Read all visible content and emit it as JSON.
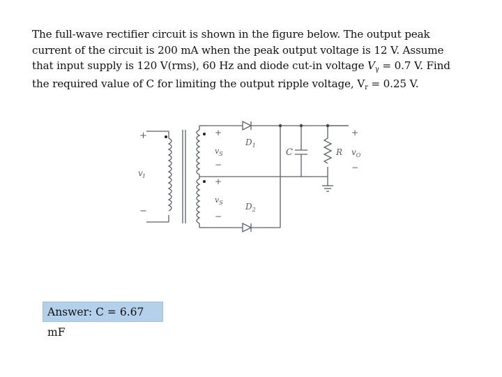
{
  "problem": {
    "line1": "The full-wave rectifier circuit is shown in the figure below. The output peak",
    "line2": "current of the circuit is 200 mA when the peak output voltage is 12 V. Assume",
    "line3_before": "that input supply is 120 V(rms), 60 Hz and diode cut-in voltage ",
    "line3_var": "V",
    "line3_sub": "γ",
    "line3_after": " = 0.7 V.  Find",
    "line4_before": "the required value of C for limiting the output ripple voltage, V",
    "line4_sub": "r",
    "line4_after": " = 0.25 V."
  },
  "circuit": {
    "vi_label": "v",
    "vi_sub": "I",
    "vs1_label": "v",
    "vs1_sub": "S",
    "vs2_label": "v",
    "vs2_sub": "S",
    "d1_label": "D",
    "d1_sub": "1",
    "d2_label": "D",
    "d2_sub": "2",
    "c_label": "C",
    "r_label": "R",
    "vo_label": "v",
    "vo_sub": "O",
    "plus": "+",
    "minus": "−"
  },
  "answer": {
    "text": "Answer: C = 6.67 mF",
    "bg_color": "#b3d1ea"
  },
  "colors": {
    "wire": "#5a5f6b",
    "text": "#111111"
  }
}
